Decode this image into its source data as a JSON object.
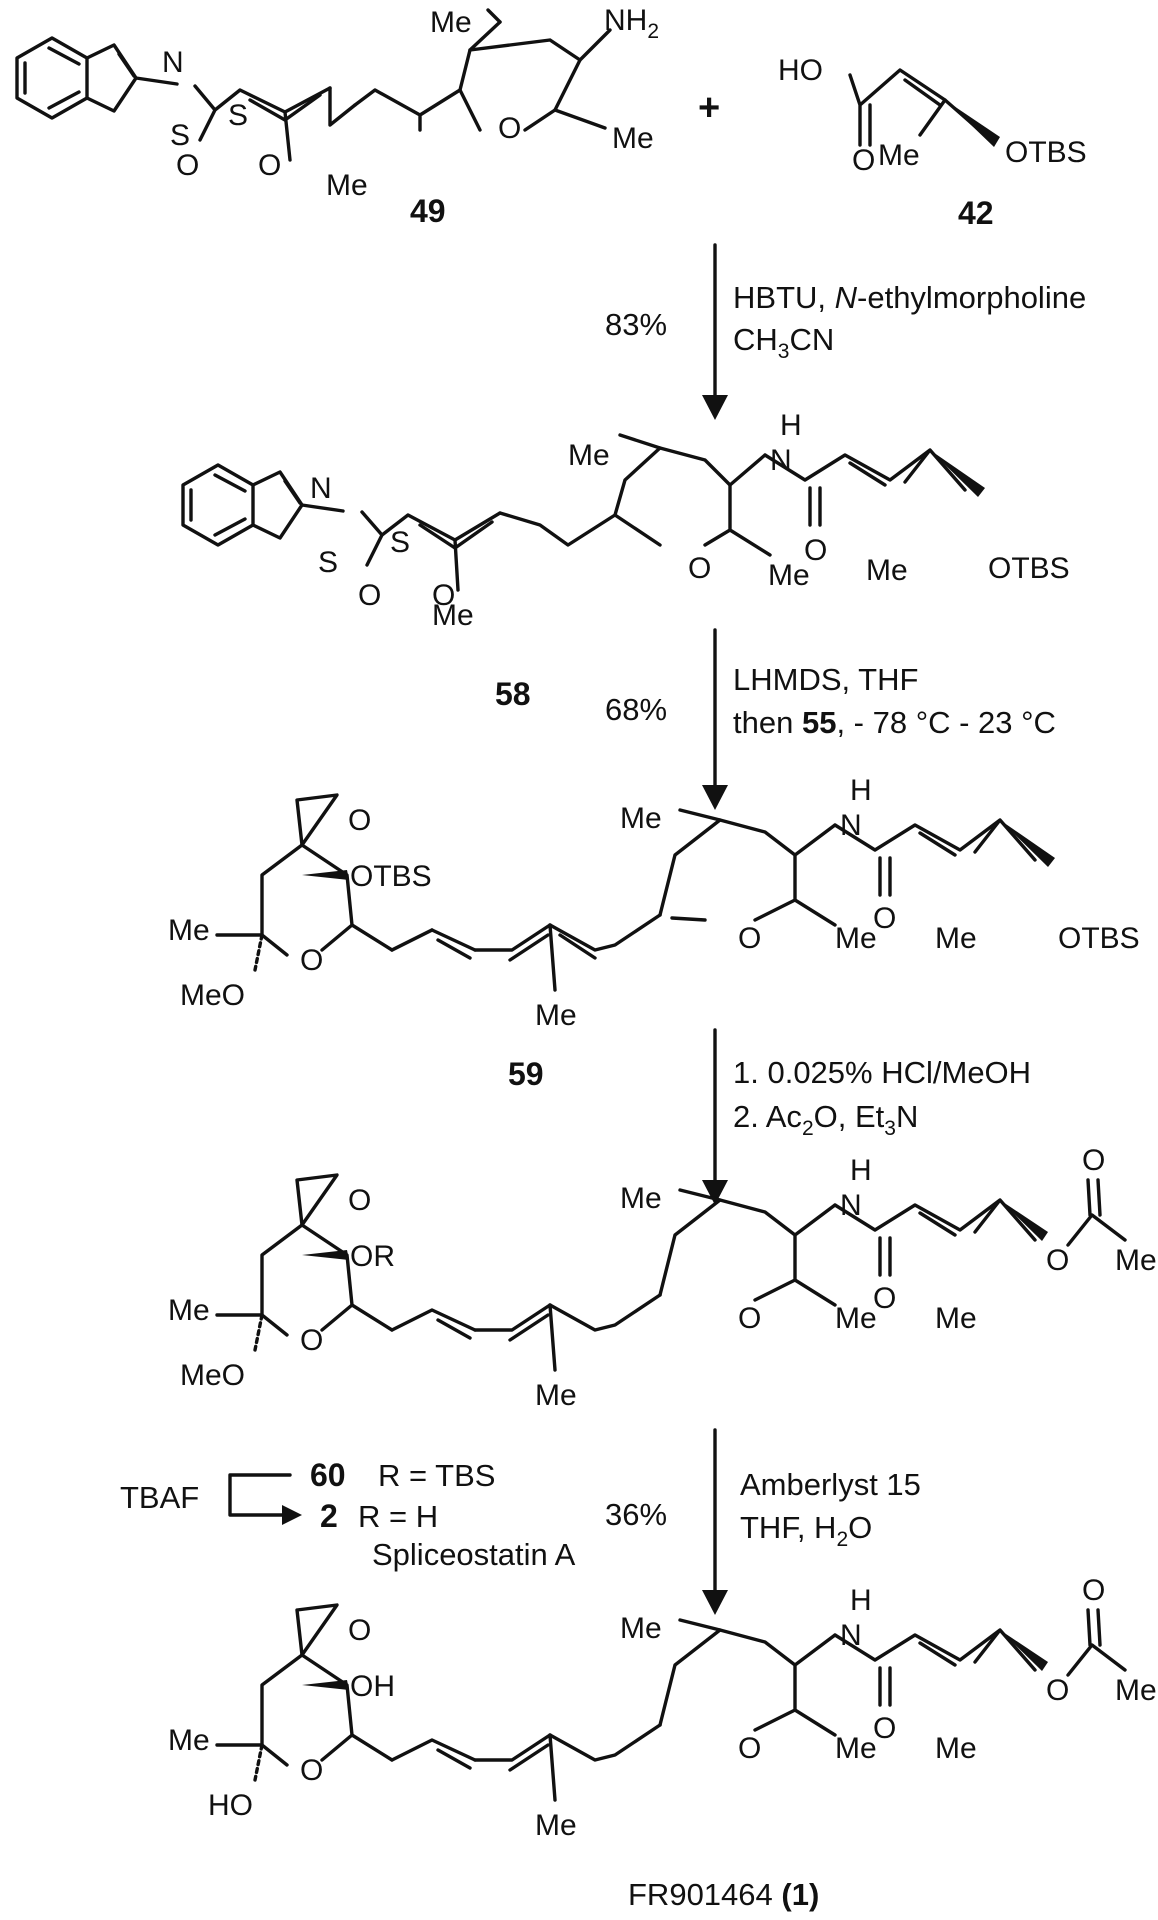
{
  "atoms": {
    "N": "N",
    "S": "S",
    "O": "O",
    "NH2": "NH",
    "NH2_sub": "2",
    "H": "H",
    "Me": "Me",
    "HO": "HO",
    "OTBS": "OTBS",
    "OR": "OR",
    "OH": "OH",
    "MeO": "MeO",
    "plus": "+"
  },
  "compounds": {
    "c49": "49",
    "c42": "42",
    "c58": "58",
    "c59": "59",
    "c60": "60",
    "c2": "2"
  },
  "steps": [
    {
      "yield": "83%",
      "line1": "HBTU, ",
      "line1_italic": "N",
      "line1_rest": "-ethylmorpholine",
      "line2_a": "CH",
      "line2_sub1": "3",
      "line2_b": "CN"
    },
    {
      "yield": "68%",
      "line1": "LHMDS, THF",
      "line2_a": "then ",
      "line2_bold": "55",
      "line2_b": ", - 78 °C - 23 °C"
    },
    {
      "line1": "1. 0.025% HCl/MeOH",
      "line2_a": "2. Ac",
      "line2_sub1": "2",
      "line2_b": "O, Et",
      "line2_sub2": "3",
      "line2_c": "N"
    },
    {
      "yield": "36%",
      "line1": "Amberlyst 15",
      "line2_a": "THF, H",
      "line2_sub1": "2",
      "line2_b": "O"
    }
  ],
  "side_reaction": {
    "reagent": "TBAF",
    "r60": "R = TBS",
    "r2": "R = H",
    "name2": "Spliceostatin A"
  },
  "product": {
    "name": "FR901464 ",
    "number": "(1)"
  }
}
